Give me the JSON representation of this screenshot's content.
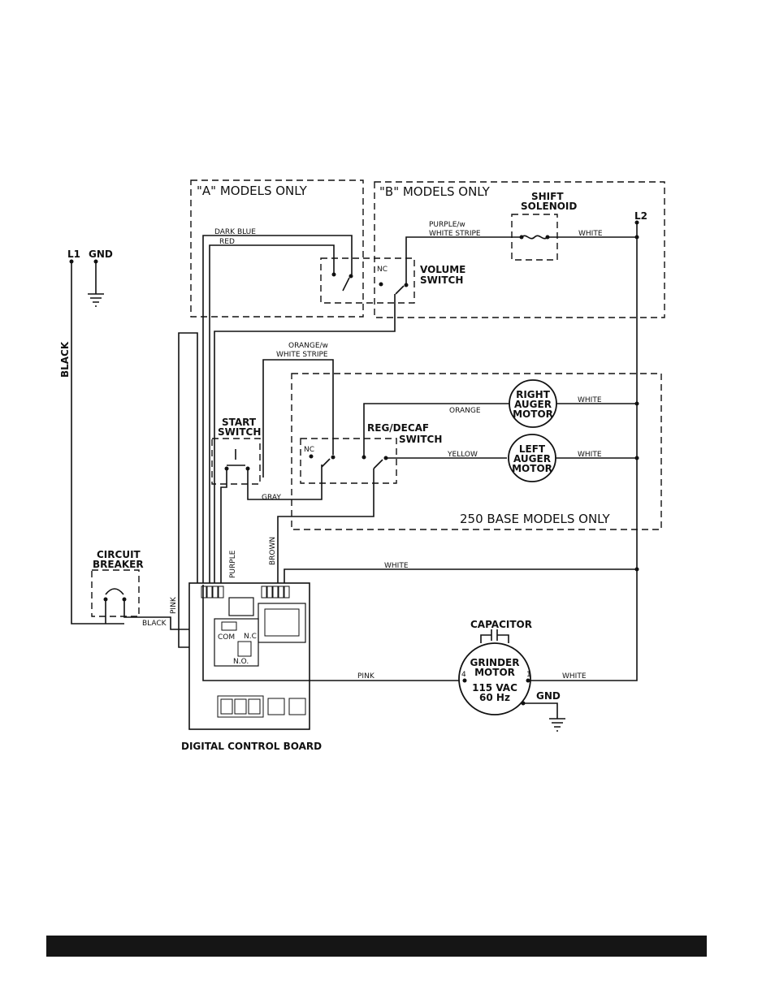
{
  "regions": {
    "a_models": "\"A\" MODELS ONLY",
    "b_models": "\"B\" MODELS ONLY",
    "base_250": "250 BASE MODELS ONLY"
  },
  "terminals": {
    "l1": "L1",
    "gnd": "GND",
    "l2": "L2"
  },
  "components": {
    "shift_solenoid_line1": "SHIFT",
    "shift_solenoid_line2": "SOLENOID",
    "volume_switch_line1": "VOLUME",
    "volume_switch_line2": "SWITCH",
    "start_switch_line1": "START",
    "start_switch_line2": "SWITCH",
    "reg_decaf_line1": "REG/DECAF",
    "reg_decaf_line2": "SWITCH",
    "right_auger_line1": "RIGHT",
    "right_auger_line2": "AUGER",
    "right_auger_line3": "MOTOR",
    "left_auger_line1": "LEFT",
    "left_auger_line2": "AUGER",
    "left_auger_line3": "MOTOR",
    "circuit_breaker_line1": "CIRCUIT",
    "circuit_breaker_line2": "BREAKER",
    "capacitor": "CAPACITOR",
    "grinder_line1": "GRINDER",
    "grinder_line2": "MOTOR",
    "grinder_line3": "115 VAC",
    "grinder_line4": "60 Hz",
    "grinder_gnd": "GND",
    "control_board": "DIGITAL CONTROL BOARD",
    "com": "COM",
    "nc": "N.C",
    "no": "N.O.",
    "nc_small": "NC",
    "pin4": "4",
    "pin1": "1"
  },
  "wires": {
    "dark_blue": "DARK BLUE",
    "red": "RED",
    "purple_w_1": "PURPLE/w",
    "purple_w_2": "WHITE STRIPE",
    "white": "WHITE",
    "orange_w_1": "ORANGE/w",
    "orange_w_2": "WHITE STRIPE",
    "orange": "ORANGE",
    "yellow": "YELLOW",
    "gray": "GRAY",
    "black": "BLACK",
    "pink": "PINK",
    "purple": "PURPLE",
    "brown": "BROWN"
  }
}
